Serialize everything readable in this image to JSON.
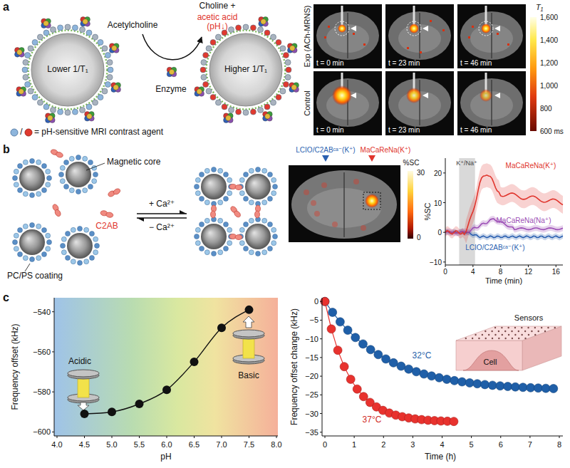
{
  "diagram": {
    "nodes": [
      {
        "text": [
          "Lower 1/T₁"
        ]
      },
      {
        "text": [
          "Higher 1/T₁"
        ]
      }
    ],
    "labels": [
      "a",
      "Acetylcholine",
      "Choline +",
      "acetic acid (pH↓)",
      "Enzyme",
      "/",
      "= pH-sensitive MRI contrast agent",
      "Exp (ACh-MRNS)",
      "Control",
      "t = 0 min",
      "t = 23 min",
      "t = 46 min",
      "t = 0 min",
      "t = 23 min",
      "t = 46 min",
      "T₁",
      "1,600",
      "1,400",
      "1,200",
      "1,000",
      "800",
      "600 ms",
      "b",
      "Magnetic core",
      "C2AB",
      "PC/PS coating",
      "+ Ca²⁺",
      "− Ca²⁺",
      "LCIO/C2ABᶜᵃ⁻(K⁺)",
      "MaCaReNa(K⁺)",
      "%SC",
      "30",
      "0",
      "%SC",
      "20",
      "10",
      "0",
      "−10",
      "0",
      "4",
      "8",
      "12",
      "16",
      "Time (min)",
      "K⁺/Na⁺",
      "MaCaReNa(K⁺)",
      "MaCaReNa(Na⁺)",
      "LCIO/C2ABᶜᵃ⁻(K⁺)",
      "c",
      "Frequency offset (kHz)",
      "−540",
      "−560",
      "−580",
      "−600",
      "4.0",
      "4.5",
      "5.0",
      "5.5",
      "6.0",
      "6.5",
      "7.0",
      "7.5",
      "8.0",
      "pH",
      "Acidic",
      "Basic",
      "Frequency offset change (kHz)",
      "0",
      "−5",
      "−10",
      "−15",
      "−20",
      "−25",
      "−30",
      "−35",
      "0",
      "1",
      "2",
      "3",
      "4",
      "5",
      "6",
      "7",
      "8",
      "Time (h)",
      "32°C",
      "37°C",
      "Sensors",
      "Cell"
    ]
  }
}
